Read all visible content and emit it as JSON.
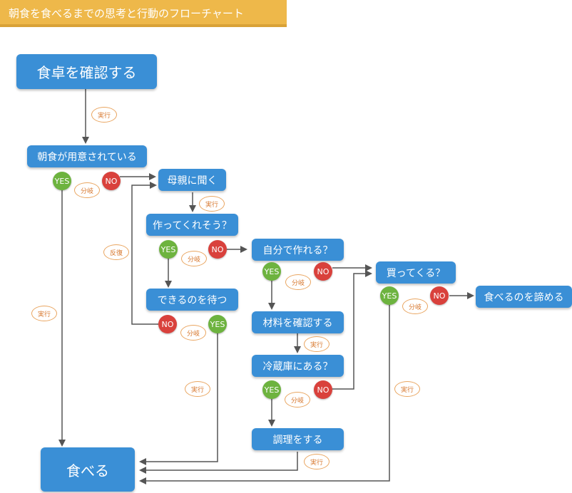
{
  "title": "朝食を食べるまでの思考と行動のフローチャート",
  "nodes": {
    "n1": "食卓を確認する",
    "n2": "朝食が用意されている",
    "n3": "母親に聞く",
    "n4": "作ってくれそう？",
    "n5": "できるのを待つ",
    "n6": "自分で作れる？",
    "n7": "材料を確認する",
    "n8": "冷蔵庫にある？",
    "n9": "調理をする",
    "n10": "買ってくる？",
    "n11": "食べるのを諦める",
    "n12": "食べる"
  },
  "decisions": {
    "yes": "YES",
    "no": "NO"
  },
  "edge_labels": {
    "execute": "実行",
    "branch": "分岐",
    "repeat": "反復"
  },
  "colors": {
    "node": "#3a8fd6",
    "yes": "#6db33f",
    "no": "#d9413c",
    "label": "#d7772d",
    "banner": "#eeb84a",
    "arrow": "#555555"
  }
}
